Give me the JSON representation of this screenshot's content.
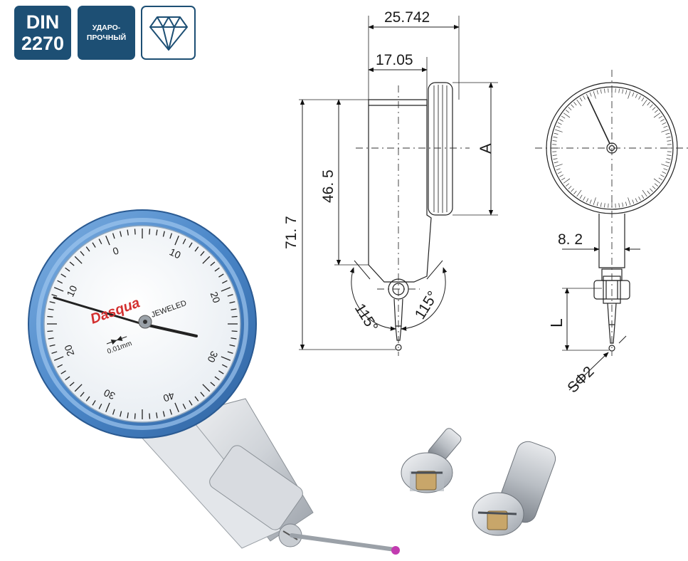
{
  "badges": {
    "din_line1": "DIN",
    "din_line2": "2270",
    "shock_line1": "УДАРО-",
    "shock_line2": "ПРОЧНЫЙ",
    "diamond_icon": "diamond-icon"
  },
  "side_view": {
    "overall_width": "25.742",
    "body_width": "17.05",
    "dial_height_label": "A",
    "body_height": "46. 5",
    "total_height": "71. 7",
    "left_angle": "115°",
    "right_angle": "115°"
  },
  "front_view": {
    "stem_width": "8. 2",
    "probe_length": "L",
    "ball_diameter": "SΦ2"
  },
  "product_dial": {
    "brand": "Dasqua",
    "jeweled": "JEWELED",
    "resolution": "0.01mm",
    "scale_numbers": [
      "0",
      "10",
      "20",
      "30",
      "40",
      "30",
      "20",
      "10"
    ]
  },
  "colors": {
    "badge_blue": "#1d4f74",
    "bezel_blue": "#4a86c8",
    "brand_red": "#d32f2f",
    "probe_ball": "#c23bb0"
  }
}
